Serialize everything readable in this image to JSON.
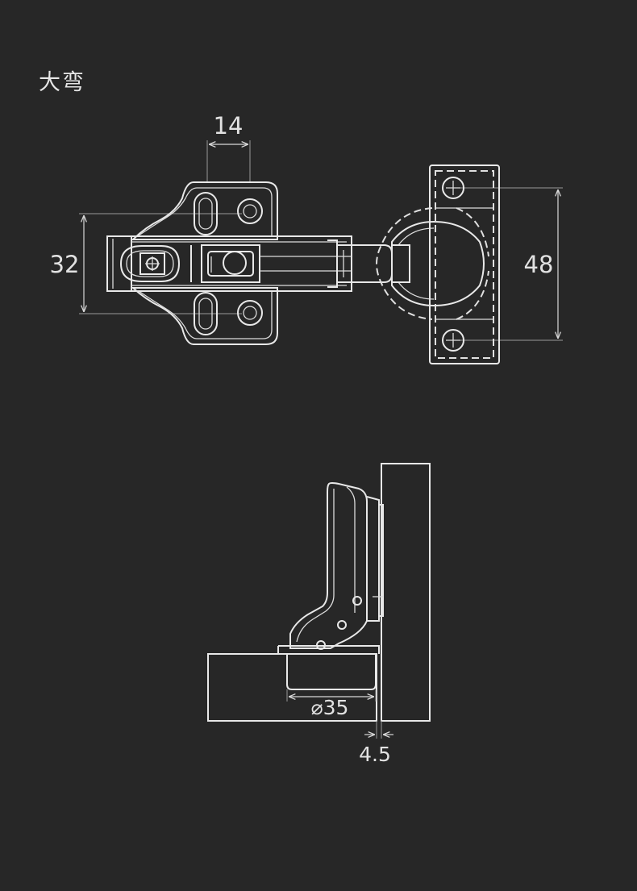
{
  "title": "大弯",
  "dimensions": {
    "top_width": "14",
    "left_height": "32",
    "right_height": "48",
    "cup_diameter": "⌀35",
    "overlay": "4.5"
  }
}
